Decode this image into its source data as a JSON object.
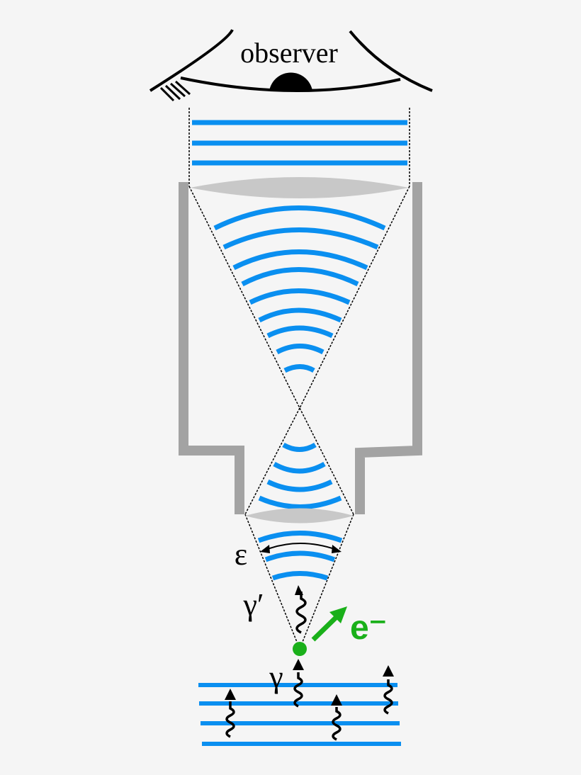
{
  "diagram": {
    "labels": {
      "observer": "observer",
      "epsilon": "ε",
      "gamma_prime": "γ′",
      "gamma": "γ",
      "electron": "e⁻"
    },
    "colors": {
      "wave": "#0a8ff0",
      "housing": "#a3a3a3",
      "lens": "#c8c8c8",
      "electron": "#1ab01a",
      "ink": "#000000",
      "background": "#f5f5f5"
    },
    "components": [
      "observer-eye",
      "parallel-wavefronts",
      "objective-lens-top",
      "housing",
      "converging-wavefronts",
      "focal-point",
      "diverging-wavefronts",
      "objective-lens-bottom",
      "acceptance-angle",
      "scattered-photon",
      "photoelectron",
      "incident-photons",
      "sample-layers"
    ]
  }
}
